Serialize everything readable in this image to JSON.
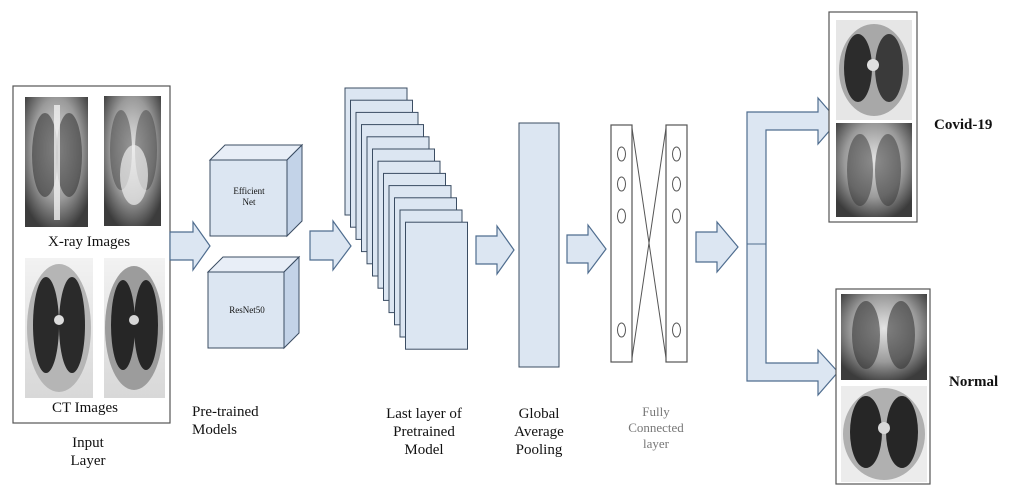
{
  "input": {
    "xray_label": "X-ray Images",
    "ct_label": "CT Images",
    "layer_label": "Input\nLayer"
  },
  "models": {
    "model1": "Efficient\nNet",
    "model2": "ResNet50",
    "caption": "Pre-trained\nModels"
  },
  "last_layer": {
    "caption": "Last layer of\nPretrained\nModel"
  },
  "gap": {
    "caption": "Global\nAverage\nPooling"
  },
  "fc": {
    "caption": "Fully\nConnected\nlayer"
  },
  "outputs": {
    "class1": "Covid-19",
    "class2": "Normal"
  },
  "colors": {
    "arrow_fill": "#dce6f2",
    "arrow_stroke": "#4f6d8f",
    "box_fill": "#dce6f2",
    "box_side": "#c3d3e8",
    "box_stroke": "#3b4d63"
  }
}
